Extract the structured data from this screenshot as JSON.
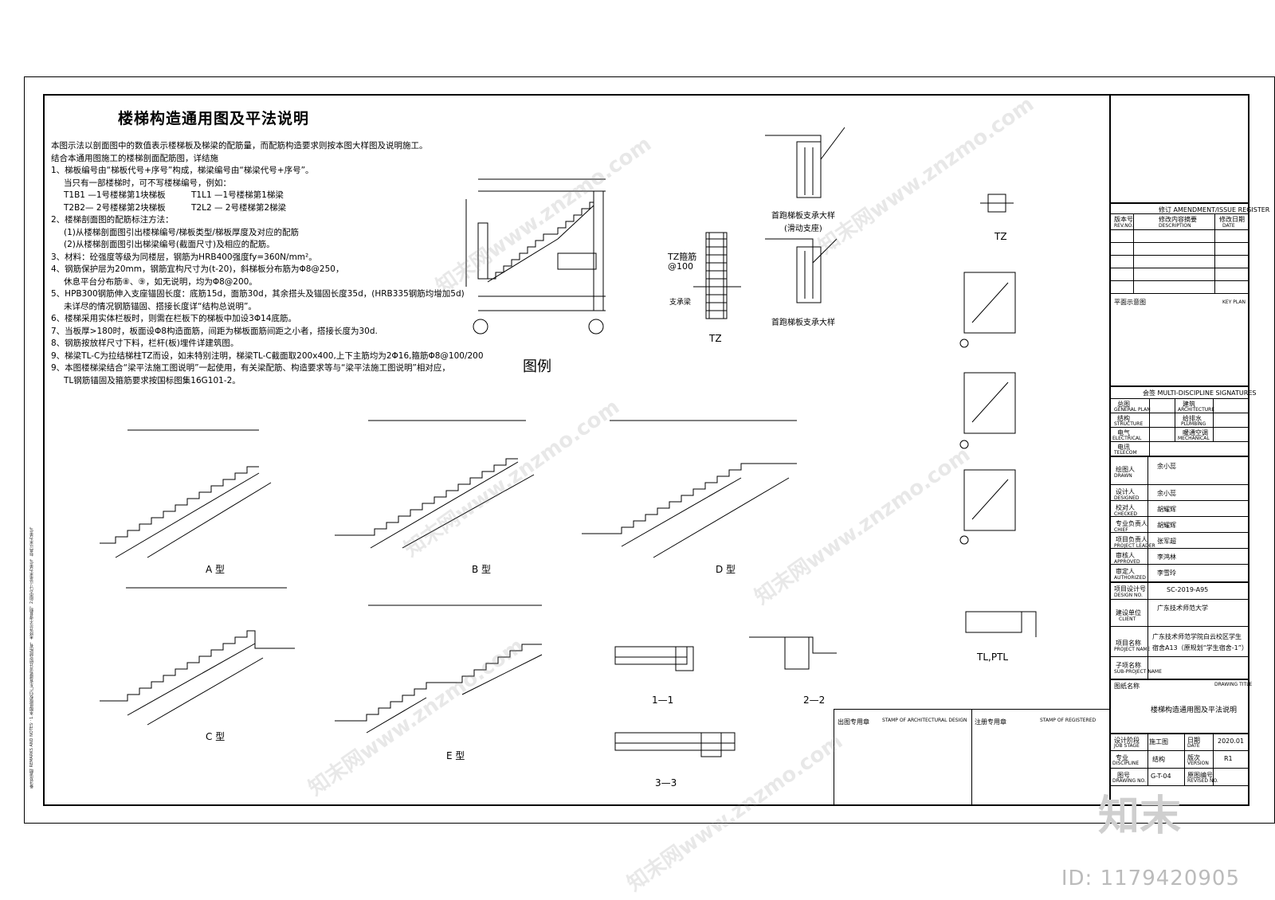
{
  "title": "楼梯构造通用图及平法说明",
  "notes": {
    "intro1": "本图示法以剖面图中的数值表示楼梯板及梯梁的配筋量，而配筋构造要求则按本图大样图及说明施工。",
    "intro2": "结合本通用图施工的楼梯剖面配筋图，详结施",
    "n1": "1、梯板编号由“梯板代号+序号”构成，梯梁编号由“梯梁代号+序号”。",
    "n1b": "当只有一部楼梯时，可不写楼梯编号，例如：",
    "ex1a": "T1B1 —1号楼梯第1块梯板",
    "ex1b": "T1L1 —1号楼梯第1梯梁",
    "ex2a": "T2B2— 2号楼梯第2块梯板",
    "ex2b": "T2L2 — 2号楼梯第2梯梁",
    "n2": "2、楼梯剖面图的配筋标注方法：",
    "n2a": "(1)从楼梯剖面图引出楼梯编号/梯板类型/梯板厚度及对应的配筋",
    "n2b": "(2)从楼梯剖面图引出梯梁编号(截面尺寸)及相应的配筋。",
    "n3": "3、材料：砼强度等级为同楼层，钢筋为HRB400强度fy=360N/mm²。",
    "n4": "4、钢筋保护层为20mm，钢筋宜构尺寸为(t-20)，斜梯板分布筋为Φ8@250，",
    "n4b": "休息平台分布筋⑧、⑨，如无说明，均为Φ8@200。",
    "n5": "5、HPB300钢筋伸入支座锚固长度：底筋15d，面筋30d，其余搭头及锚固长度35d，(HRB335钢筋均增加5d)",
    "n5b": "未详尽的情况钢筋锚固、搭接长度详“结构总说明”。",
    "n6": "6、楼梯采用实体栏板时，则需在栏板下的梯板中加设3Φ14底筋。",
    "n7": "7、当板厚>180时，板面设Φ8构造面筋，间距为梯板面筋间距之小者，搭接长度为30d.",
    "n8": "8、钢筋按放样尺寸下料，栏杆(板)埋件详建筑图。",
    "n9": "9、梯梁TL-C为拉结梯柱TZ而设，如未特别注明，梯梁TL-C截面取200x400,上下主筋均为2Φ16,箍筋Φ8@100/200",
    "n10": "9、本图楼梯梁结合“梁平法施工图说明”一起使用，有关梁配筋、构造要求等与“梁平法施工图说明”相对应，",
    "n10b": "TL钢筋锚固及箍筋要求按国标图集16G101-2。"
  },
  "legend": "图例",
  "captions": {
    "a": "A 型",
    "b": "B 型",
    "c": "C 型",
    "d": "D 型",
    "e": "E 型",
    "s11": "1—1",
    "s22": "2—2",
    "s33": "3—3",
    "tz": "TZ",
    "tz2": "TZ",
    "tlptl": "TL,PTL",
    "d1": "首跑梯板支承大样",
    "d1b": "(滑动支座)",
    "d2": "首跑梯板支承大样",
    "tzlab": "TZ箍筋",
    "tzlab2": "@100",
    "zcl": "支承梁"
  },
  "titleblock": {
    "rev_title": "修订 AMENDMENT/ISSUE REGISTER",
    "rev_no": "版本号",
    "rev_no_en": "REV.NO.",
    "rev_desc": "修改内容摘要",
    "rev_desc_en": "DESCRIPTION",
    "rev_date": "修改日期",
    "rev_date_en": "DATE",
    "keyplan": "平面示意图",
    "keyplan_en": "KEY PLAN",
    "sign": "会签 MULTI-DISCIPLINE SIGNATURES",
    "gp": "总图",
    "gp_en": "GENERAL PLAN",
    "arch": "建筑",
    "arch_en": "ARCHITECTURE",
    "str": "结构",
    "str_en": "STRUCTURE",
    "plb": "给排水",
    "plb_en": "PLUMBING",
    "ele": "电气",
    "ele_en": "ELECTRICAL",
    "mech": "暖通空调",
    "mech_en": "MECHANICAL",
    "tel": "电讯",
    "tel_en": "TELECOM",
    "drawn": "绘图人",
    "drawn_en": "DRAWN",
    "drawn_v": "余小蕊",
    "designed": "设计人",
    "designed_en": "DESIGNED",
    "designed_v": "余小蕊",
    "checked": "校对人",
    "checked_en": "CHECKED",
    "checked_v": "胡耀辉",
    "chief": "专业负责人",
    "chief_en": "CHIEF",
    "chief_v": "胡耀辉",
    "leader": "项目负责人",
    "leader_en": "PROJECT LEADER",
    "leader_v": "张军超",
    "approved": "审核人",
    "approved_en": "APPROVED",
    "approved_v": "李鸿林",
    "auth": "审定人",
    "auth_en": "AUTHORIZED",
    "auth_v": "李雪玲",
    "dno": "项目设计号",
    "dno_en": "DESIGN NO.",
    "dno_v": "SC-2019-A95",
    "client": "建设单位",
    "client_en": "CLIENT",
    "client_v": "广东技术师范大学",
    "pname": "项目名称",
    "pname_en": "PROJECT NAME",
    "pname_v1": "广东技术师范学院白云校区学生",
    "pname_v2": "宿舍A13（原规划“学生宿舍-1”）",
    "sub": "子项名称",
    "sub_en": "SUB-PROJECT NAME",
    "dtitle": "图纸名称",
    "dtitle_en": "DRAWING TITLE",
    "dtitle_v": "楼梯构造通用图及平法说明",
    "stage": "设计阶段",
    "stage_en": "JOB STAGE",
    "stage_v": "施工图",
    "date": "日期",
    "date_en": "DATE",
    "date_v": "2020.01",
    "disc": "专业",
    "disc_en": "DISCIPLINE",
    "disc_v": "结构",
    "ver": "版次",
    "ver_en": "VERSION",
    "ver_v": "R1",
    "dnum": "图号",
    "dnum_en": "DRAWING NO.",
    "dnum_v": "G-T-04",
    "revno": "原图编号",
    "revno_en": "REVISED NO."
  },
  "stamps": {
    "a": "出图专用章",
    "b": "STAMP OF ARCHITECTURAL DESIGN",
    "c": "注册专用章",
    "d": "STAMP OF REGISTERED"
  },
  "side_text": "备注及说明 REMARKS AND NOTES：1.本图纸版权归广东省建筑设计研究院所有，未经许可不得复制。2.图中尺寸以毫米为单位，标高以米为单位。",
  "watermark": "知末网www.znzmo.com",
  "logo": "知末",
  "id_text": "ID: 1179420905"
}
